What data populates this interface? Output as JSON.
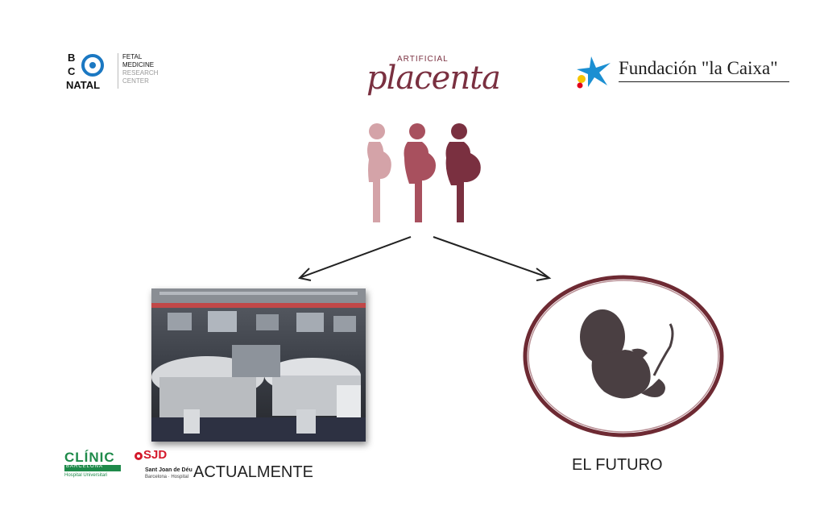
{
  "logos": {
    "bcnatal": {
      "letters": [
        "B",
        "C"
      ],
      "word": "NATAL",
      "side_lines": [
        "FETAL",
        "MEDICINE",
        "RESEARCH",
        "CENTER"
      ]
    },
    "artificial_placenta": {
      "top": "ARTIFICIAL",
      "script": "placenta",
      "color": "#7a3040"
    },
    "la_caixa": {
      "text": "Fundación \"la Caixa\"",
      "star_colors": [
        "#1b8fd2",
        "#f5c400",
        "#e2001a"
      ]
    },
    "clinic": {
      "name": "CLÍNIC",
      "city": "BARCELONA",
      "sub": "Hospital Universitari",
      "color": "#1e8a4a"
    },
    "sjd": {
      "name": "SJD",
      "line1": "Sant Joan de Déu",
      "line2": "Barcelona · Hospital",
      "color": "#d4192b"
    }
  },
  "figures": {
    "colors": [
      "#d4a3a8",
      "#a8505e",
      "#7a3040"
    ]
  },
  "labels": {
    "actual": "ACTUALMENTE",
    "future": "EL FUTURO"
  },
  "circle_color": "#6e2a33"
}
